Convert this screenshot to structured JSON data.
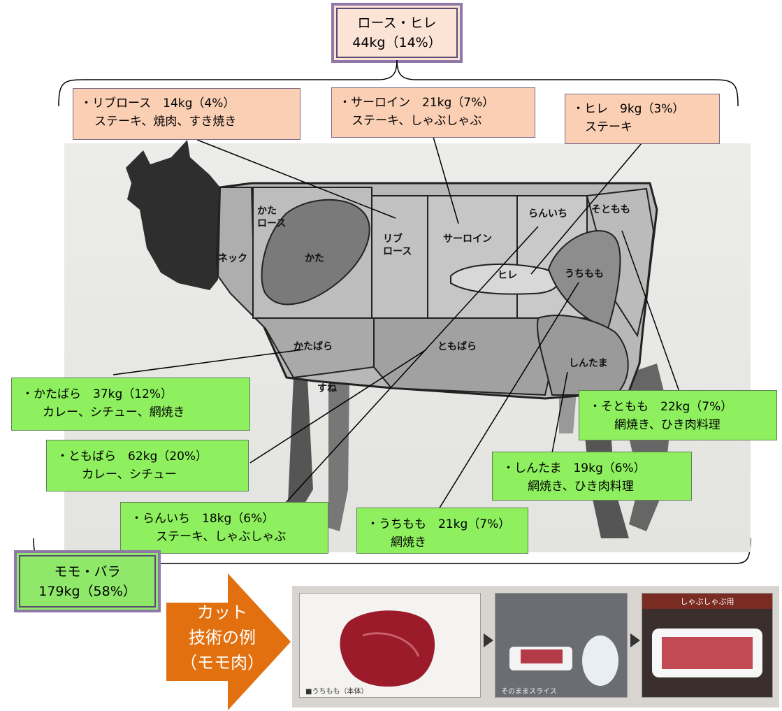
{
  "top_group": {
    "name": "ロース・ヒレ",
    "value": "44kg（14%）"
  },
  "bottom_group": {
    "name": "モモ・バラ",
    "value": "179kg（58%）"
  },
  "cuts_top": [
    {
      "line1": "・リブロース　14kg（4%）",
      "line2": "ステーキ、焼肉、すき焼き"
    },
    {
      "line1": "・サーロイン　21kg（7%）",
      "line2": "ステーキ、しゃぶしゃぶ"
    },
    {
      "line1": "・ヒレ　9kg（3%）",
      "line2": "ステーキ"
    }
  ],
  "cuts_bottom": [
    {
      "line1": "・かたばら　37kg（12%）",
      "line2": "カレー、シチュー、網焼き"
    },
    {
      "line1": "・ともばら　62kg（20%）",
      "line2": "カレー、シチュー"
    },
    {
      "line1": "・らんいち　18kg（6%）",
      "line2": "ステーキ、しゃぶしゃぶ"
    },
    {
      "line1": "・うちもも　21kg（7%）",
      "line2": "網焼き"
    },
    {
      "line1": "・しんたま　19kg（6%）",
      "line2": "網焼き、ひき肉料理"
    },
    {
      "line1": "・そともも　22kg（7%）",
      "line2": "網焼き、ひき肉料理"
    }
  ],
  "cow_labels": {
    "neck": "ネック",
    "katarosu_1": "かた",
    "katarosu_2": "ロース",
    "kata": "かた",
    "riburosu_1": "リブ",
    "riburosu_2": "ロース",
    "sirloin": "サーロイン",
    "ranichi": "らんいち",
    "sotomomo": "そともも",
    "hire": "ヒレ",
    "uchimomo": "うちもも",
    "katabara": "かたばら",
    "tomobara": "ともばら",
    "shintama": "しんたま",
    "sune": "すね"
  },
  "arrow": {
    "line1": "カット",
    "line2": "技術の例",
    "line3": "（モモ肉）"
  },
  "photos": {
    "caption1": "■うちもも（本体）",
    "caption2": "そのままスライス",
    "label3": "しゃぶしゃぶ用"
  },
  "colors": {
    "peach": "#fbcfb4",
    "green": "#8ef05e",
    "arrow": "#e2700f",
    "frame": "#8f79a8"
  }
}
